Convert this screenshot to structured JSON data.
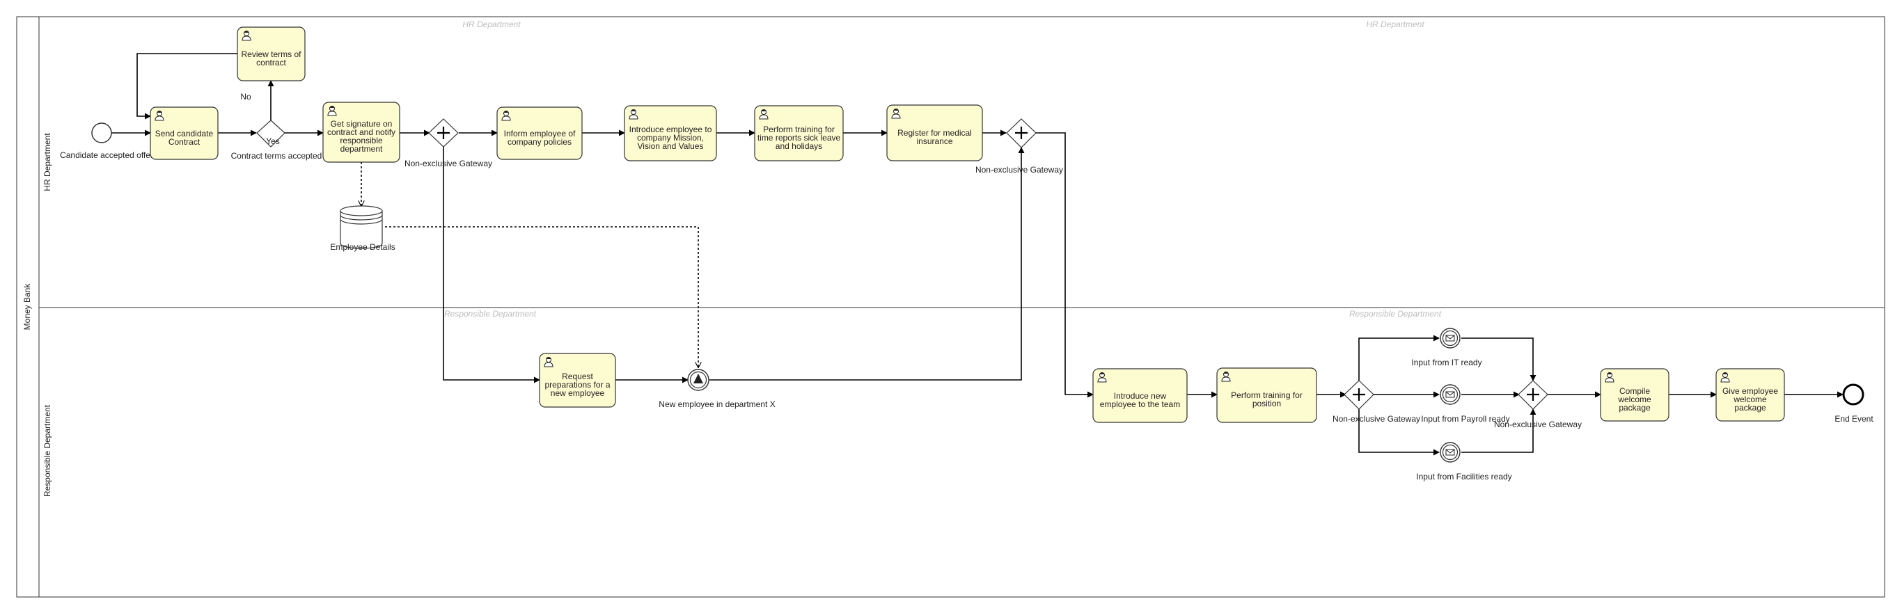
{
  "pool": {
    "name": "Money Bank"
  },
  "lanes": {
    "hr": {
      "name": "HR Department",
      "watermark": "HR Department"
    },
    "resp": {
      "name": "Responsible Department",
      "watermark": "Responsible Department"
    }
  },
  "events": {
    "start": "Candidate accepted offer",
    "intermediate": "New employee in department X",
    "it": "Input from IT ready",
    "payroll": "Input from Payroll ready",
    "facilities": "Input from Facilities ready",
    "end": "End Event"
  },
  "tasks": {
    "send_contract": "Send candidate Contract",
    "review_terms": "Review terms of contract",
    "get_signature": "Get signature on contract and notify responsible department",
    "inform_policies": "Inform employee of company policies",
    "introduce_mission": "Introduce employee to company Mission, Vision and Values",
    "perform_training_time": "Perform training for time reports sick leave and holidays",
    "register_insurance": "Register for medical insurance",
    "request_preparations": "Request preparations for a new employee",
    "introduce_team": "Introduce new employee to the team",
    "perform_training_position": "Perform training for position",
    "compile_package": "Compile welcome package",
    "give_package": "Give employee welcome package"
  },
  "gateways": {
    "contract_terms": "Contract terms accepted",
    "g1": "Non-exclusive Gateway",
    "g2": "Non-exclusive Gateway",
    "g3": "Non-exclusive Gateway",
    "g4": "Non-exclusive Gateway"
  },
  "data_store": "Employee Details",
  "flow_labels": {
    "yes": "Yes",
    "no": "No"
  }
}
